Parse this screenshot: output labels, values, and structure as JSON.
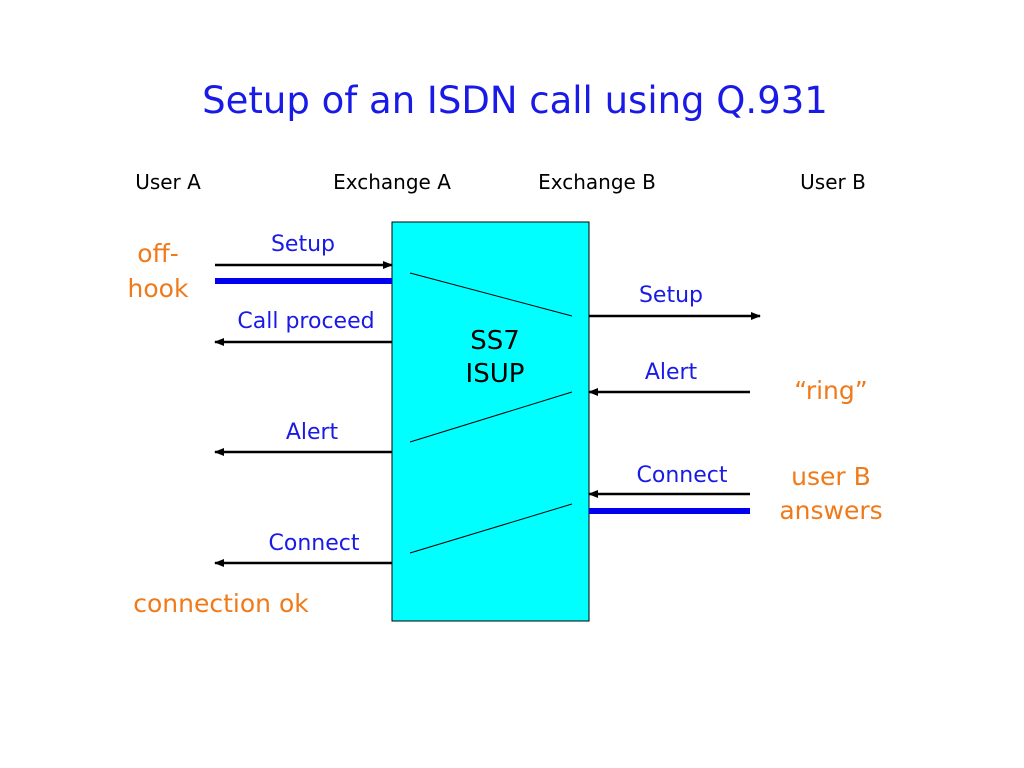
{
  "title": "Setup of an ISDN call using Q.931",
  "columns": {
    "user_a": "User A",
    "exchange_a": "Exchange A",
    "exchange_b": "Exchange B",
    "user_b": "User B"
  },
  "network": {
    "line1": "SS7",
    "line2": "ISUP",
    "fill": "#00ffff"
  },
  "messages": {
    "a_setup": "Setup",
    "a_call_proceed": "Call proceed",
    "a_alert": "Alert",
    "a_connect": "Connect",
    "b_setup": "Setup",
    "b_alert": "Alert",
    "b_connect": "Connect"
  },
  "notes": {
    "off_hook_1": "off-",
    "off_hook_2": "hook",
    "ring": "“ring”",
    "answers_1": "user B",
    "answers_2": "answers",
    "connection_ok": "connection ok"
  },
  "colors": {
    "message_text": "#1a1ae6",
    "note_text": "#f07a1a",
    "channel": "#0000ee"
  }
}
